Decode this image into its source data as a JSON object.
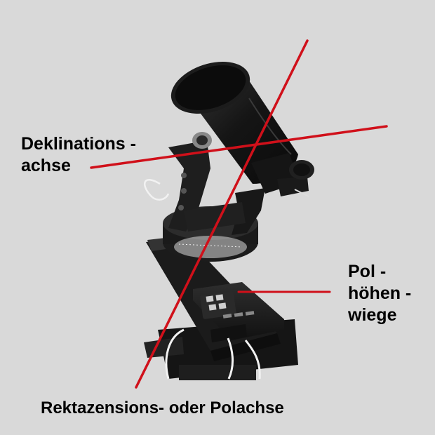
{
  "labels": {
    "declination_axis": {
      "line1": "Deklinations -",
      "line2": "achse"
    },
    "polar_wedge": {
      "line1": "Pol -",
      "line2": "höhen -",
      "line3": "wiege"
    },
    "ra_axis": "Rektazensions- oder Polachse"
  },
  "colors": {
    "background": "#d9d9d9",
    "axis_lines": "#d0101a",
    "mount_body": "#1a1a1a",
    "label_text": "#000000"
  },
  "icons": {
    "telescope": "telescope-icon",
    "mount": "equatorial-mount-icon",
    "hand_controller": "hand-controller-icon"
  }
}
